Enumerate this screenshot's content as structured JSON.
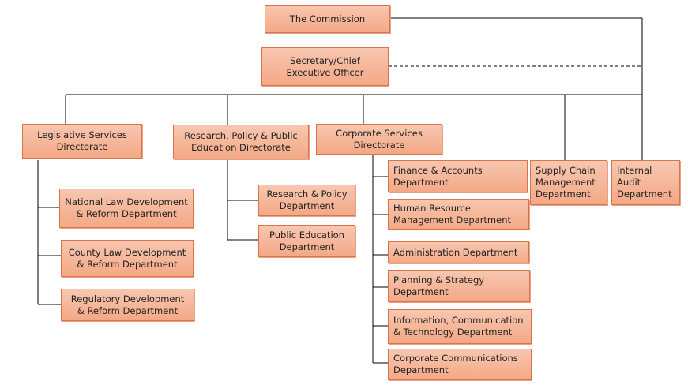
{
  "commission": "The Commission",
  "ceo": "Secretary/Chief Executive Officer",
  "directorates": {
    "legislative": "Legislative Services Directorate",
    "research": "Research, Policy & Public Education Directorate",
    "corporate": "Corporate Services Directorate"
  },
  "units": {
    "supply_chain": "Supply Chain Management Department",
    "internal_audit": "Internal Audit Department"
  },
  "legislative_departments": [
    "National Law Development & Reform Department",
    "County Law Development & Reform Department",
    "Regulatory Development & Reform Department"
  ],
  "research_departments": [
    "Research & Policy Department",
    "Public Education Department"
  ],
  "corporate_departments": [
    "Finance & Accounts Department",
    "Human Resource Management Department",
    "Administration Department",
    "Planning & Strategy Department",
    "Information, Communication & Technology Department",
    "Corporate Communications Department"
  ]
}
